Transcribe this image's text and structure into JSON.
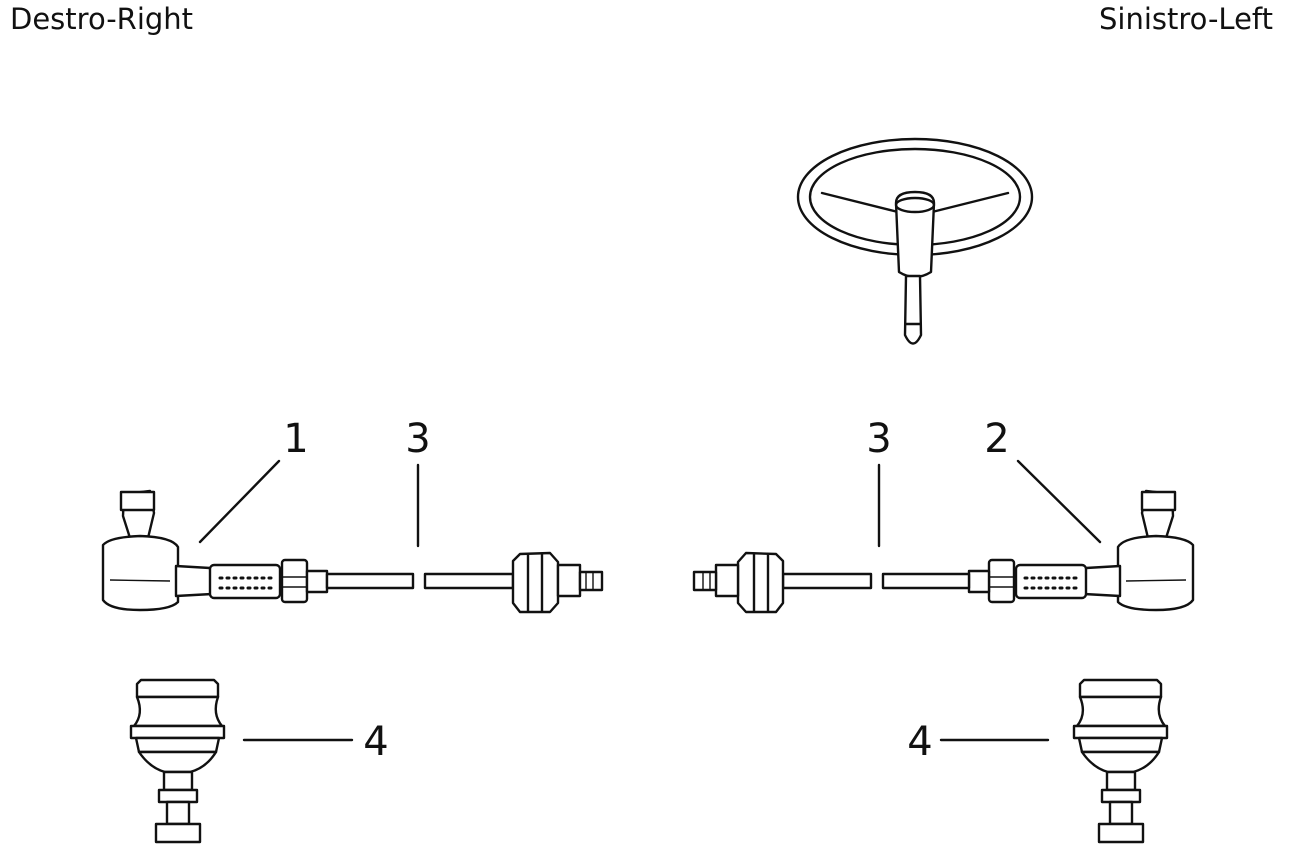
{
  "headings": {
    "right": "Destro-Right",
    "left": "Sinistro-Left"
  },
  "callouts": {
    "right_outer_tie_rod_end": "1",
    "left_outer_tie_rod_end": "2",
    "right_inner_tie_rod": "3",
    "left_inner_tie_rod": "3",
    "right_ball_joint": "4",
    "left_ball_joint": "4"
  },
  "colors": {
    "line": "#111111",
    "background": "#ffffff"
  }
}
